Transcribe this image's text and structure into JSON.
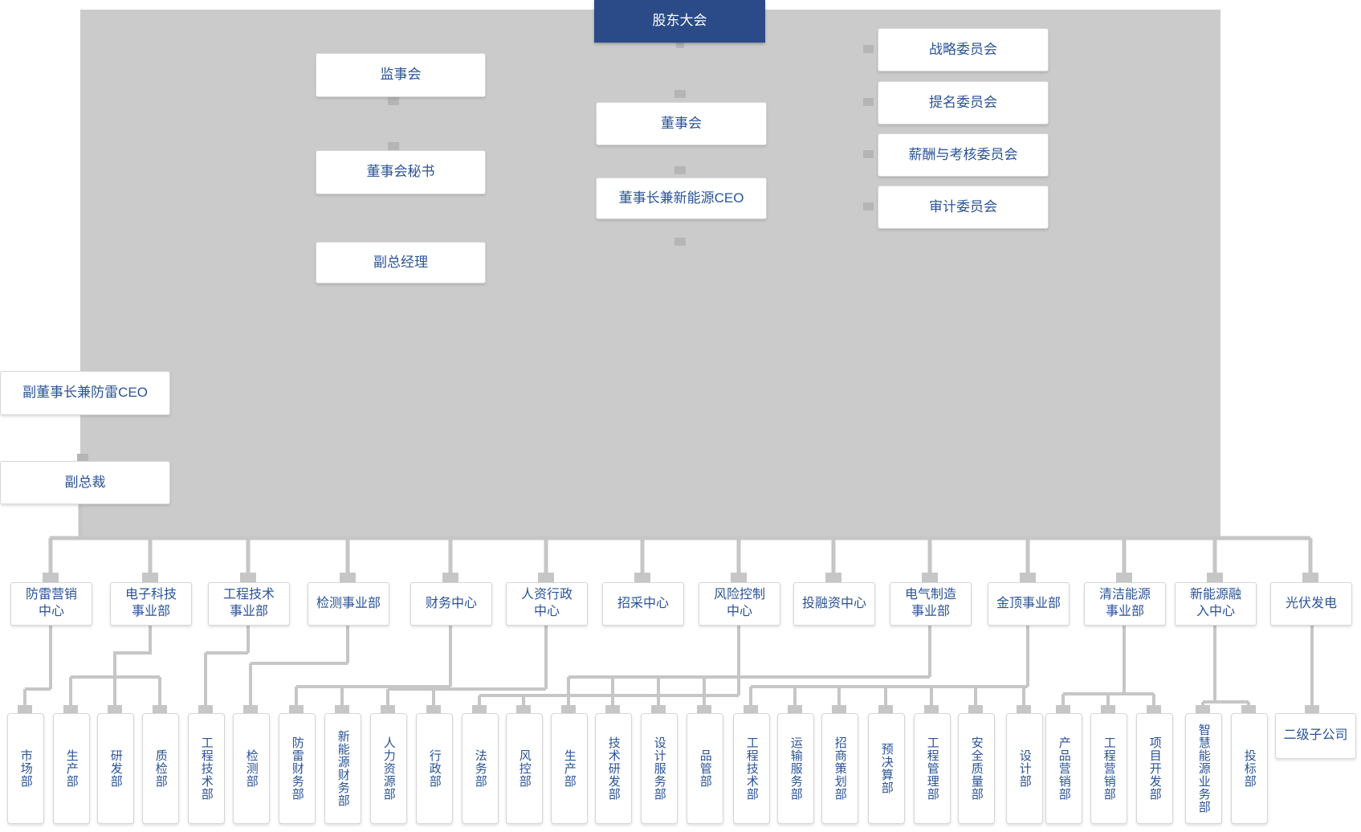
{
  "chart": {
    "shareholders": "股东大会",
    "supervisory_board": "监事会",
    "board_secretary": "董事会秘书",
    "deputy_general_manager": "副总经理",
    "board_of_directors": "董事会",
    "chairman_new_energy_ceo": "董事长兼新能源CEO",
    "committees": [
      "战略委员会",
      "提名委员会",
      "薪酬与考核委员会",
      "审计委员会"
    ],
    "vice_chairman_lightning_ceo": "副董事长兼防雷CEO",
    "vice_president": "副总裁",
    "departments": [
      "防雷营销\n中心",
      "电子科技\n事业部",
      "工程技术\n事业部",
      "检测事业部",
      "财务中心",
      "人资行政\n中心",
      "招采中心",
      "风险控制\n中心",
      "投融资中心",
      "电气制造\n事业部",
      "金顶事业部",
      "清洁能源\n事业部",
      "新能源融\n入中心",
      "光伏发电"
    ],
    "sub_departments": [
      "市场部",
      "生产部",
      "研发部",
      "质检部",
      "工程技术部",
      "检测部",
      "防雷财务部",
      "新能源财务部",
      "人力资源部",
      "行政部",
      "法务部",
      "风控部",
      "生产部",
      "技术研发部",
      "设计服务部",
      "品管部",
      "工程技术部",
      "运输服务部",
      "招商策划部",
      "预决算部",
      "工程管理部",
      "安全质量部",
      "设计部",
      "产品营销部",
      "工程营销部",
      "项目开发部",
      "智慧能源业务部",
      "投标部"
    ],
    "subsidiary": "二级子公司"
  },
  "colors": {
    "header_bg": "#2a4b88",
    "node_text": "#2a5397",
    "canvas_bg": "#cbcbcb",
    "connector": "#c6c6c6",
    "joint": "#b5b5b5",
    "node_border": "#d6d6d6"
  }
}
